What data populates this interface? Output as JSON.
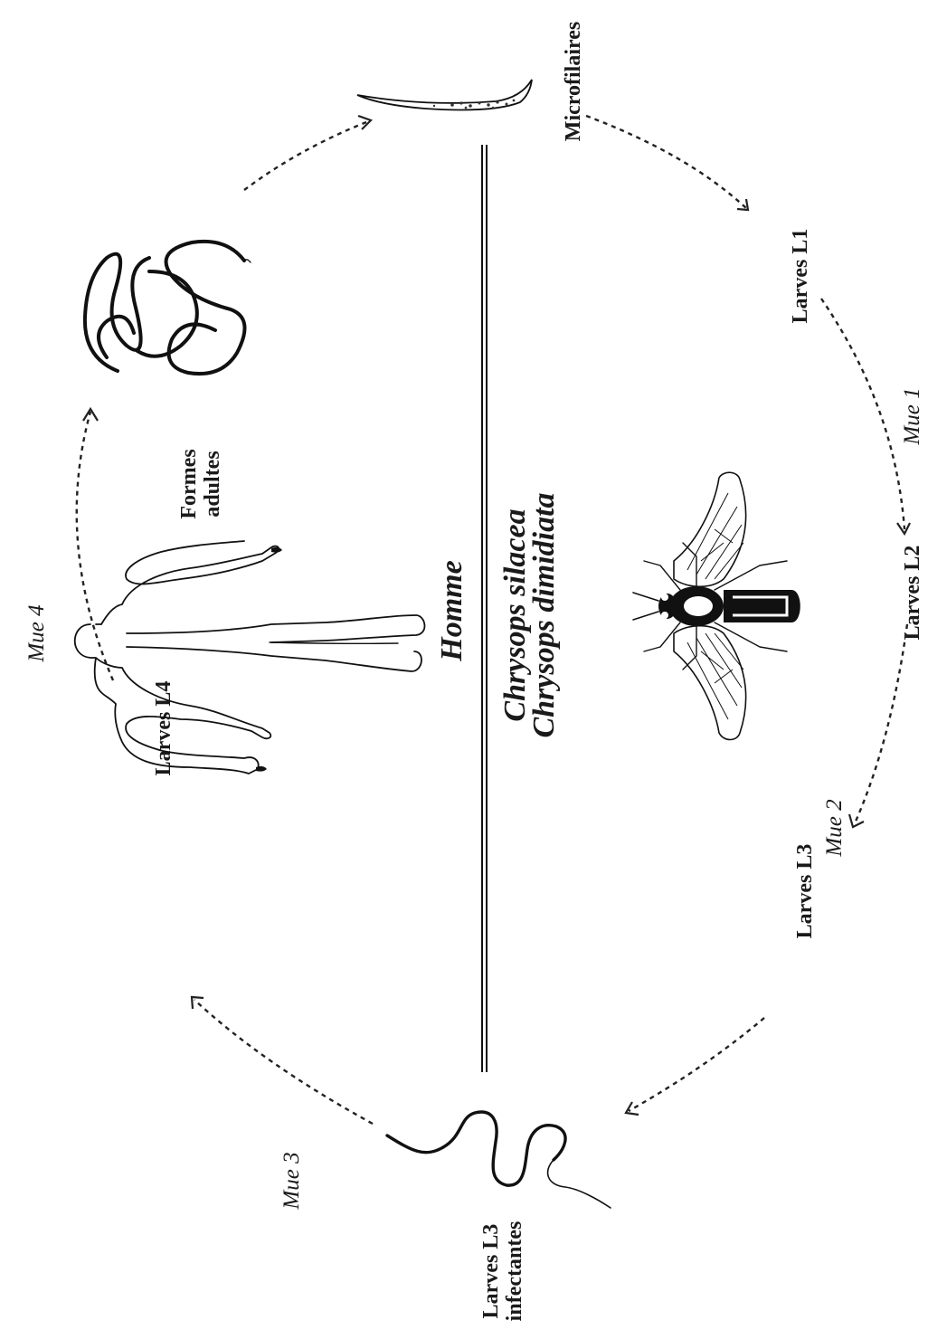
{
  "hosts": {
    "human": "Homme",
    "vector_1": "Chrysops silacea",
    "vector_2": "Chrysops dimidiata"
  },
  "stages": {
    "microfilaires": "Microfilaires",
    "larves_l1": "Larves L1",
    "larves_l2": "Larves L2",
    "larves_l3": "Larves L3",
    "larves_l3_infectantes_line1": "Larves L3",
    "larves_l3_infectantes_line2": "infectantes",
    "larves_l4": "Larves L4",
    "formes_adultes_line1": "Formes",
    "formes_adultes_line2": "adultes"
  },
  "moults": {
    "mue_1": "Mue 1",
    "mue_2": "Mue 2",
    "mue_3": "Mue 3",
    "mue_4": "Mue 4"
  },
  "illustrations": [
    "microfilaria",
    "adult-worms",
    "human-silhouette",
    "chrysops-fly",
    "infective-larva"
  ]
}
